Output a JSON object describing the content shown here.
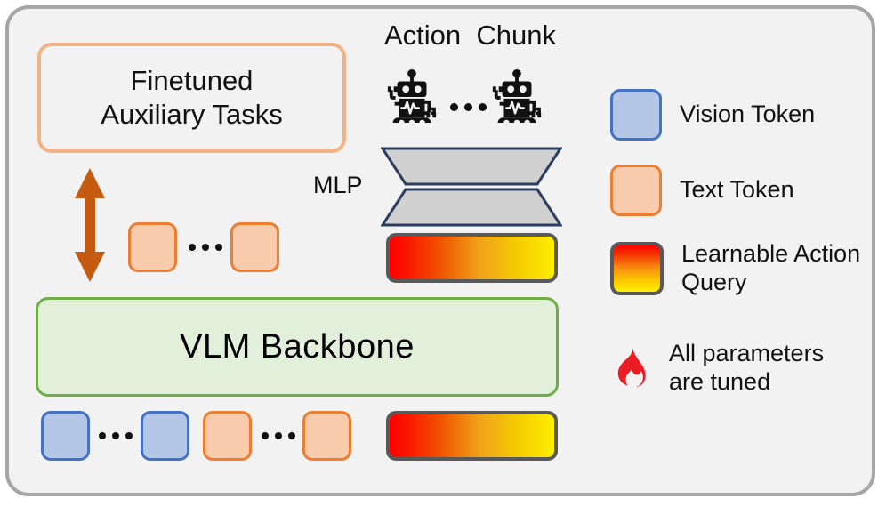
{
  "figure": {
    "type": "architecture-diagram",
    "background_color": "#f2f2f2",
    "frame_border_color": "#a6a6a6"
  },
  "aux_box": {
    "line1": "Finetuned",
    "line2": "Auxiliary Tasks",
    "border_color": "#f4b183"
  },
  "arrow": {
    "name": "bidirectional-arrow",
    "color": "#c55a11"
  },
  "backbone": {
    "label": "VLM Backbone",
    "fill_color": "#e2efda",
    "border_color": "#70ad47"
  },
  "mlp": {
    "label": "MLP",
    "fill_color": "#d0d0d0",
    "border_color": "#2a3f5f",
    "shapes": [
      "trapezoid-down",
      "trapezoid-up"
    ]
  },
  "action_chunk": {
    "label": "Action  Chunk",
    "robot_count_shown": 2,
    "ellipsis": "..."
  },
  "middle_text_tokens": {
    "count_shown": 2,
    "ellipsis": "..."
  },
  "bottom_tokens": {
    "vision": {
      "count_shown": 2,
      "ellipsis": "..."
    },
    "text": {
      "count_shown": 2,
      "ellipsis": "..."
    },
    "action_query_bar": true
  },
  "colors": {
    "vision_token_fill": "#b4c7e7",
    "vision_token_border": "#4472c4",
    "text_token_fill": "#f8cbad",
    "text_token_border": "#ed7d31",
    "query_gradient_start": "#fe0000",
    "query_gradient_end": "#ffee00",
    "query_border": "#595959",
    "flame_color": "#ec1c24"
  },
  "legend": {
    "items": [
      {
        "icon": "vision-token-swatch",
        "label": "Vision Token"
      },
      {
        "icon": "text-token-swatch",
        "label": "Text Token"
      },
      {
        "icon": "action-query-swatch",
        "label": "Learnable Action Query"
      },
      {
        "icon": "flame-icon",
        "label": "All parameters are tuned"
      }
    ]
  }
}
